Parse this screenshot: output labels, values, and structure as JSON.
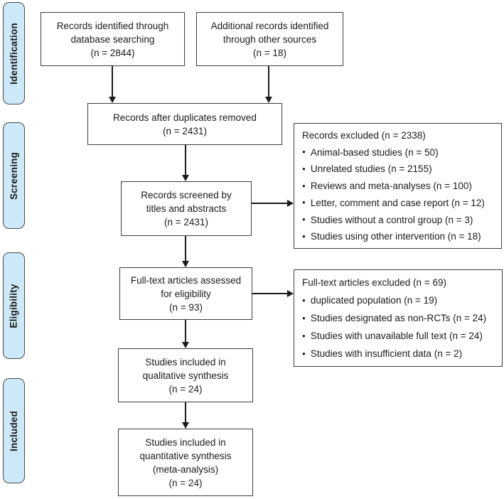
{
  "sidebar": {
    "stages": [
      {
        "label": "Identification"
      },
      {
        "label": "Screening"
      },
      {
        "label": "Eligibility"
      },
      {
        "label": "Included"
      }
    ]
  },
  "flow": {
    "database": {
      "lines": [
        "Records identified through",
        "database searching",
        "(n = 2844)"
      ]
    },
    "other_sources": {
      "lines": [
        "Additional records identified",
        "through other sources",
        "(n = 18)"
      ]
    },
    "duplicates_removed": {
      "lines": [
        "Records after duplicates removed",
        "(n = 2431)"
      ]
    },
    "screened": {
      "lines": [
        "Records screened by",
        "titles and abstracts",
        "(n = 2431)"
      ]
    },
    "fulltext_assessed": {
      "lines": [
        "Full-text articles assessed",
        "for eligibility",
        "(n = 93)"
      ]
    },
    "qualitative": {
      "lines": [
        "Studies included in",
        "qualitative synthesis",
        "(n = 24)"
      ]
    },
    "quantitative": {
      "lines": [
        "Studies included in",
        "quantitative synthesis",
        "(meta-analysis)",
        "(n = 24)"
      ]
    }
  },
  "exclusions": {
    "records": {
      "title": "Records excluded (n = 2338)",
      "items": [
        "Animal-based studies (n = 50)",
        "Unrelated studies (n = 2155)",
        "Reviews and meta-analyses (n = 100)",
        "Letter, comment and case report (n = 12)",
        "Studies without a control group (n = 3)",
        "Studies using other intervention (n = 18)"
      ]
    },
    "fulltext": {
      "title": "Full-text articles excluded (n = 69)",
      "items": [
        "duplicated population (n = 19)",
        "Studies designated as non-RCTs (n = 24)",
        "Studies with unavailable full text (n = 24)",
        "Studies with insufficient data (n = 2)"
      ]
    }
  },
  "icons": {
    "bullet": "●"
  },
  "colors": {
    "stage_fill": "#cde9f8",
    "box_border": "#3d3d3d",
    "arrow": "#1a1a1a"
  }
}
